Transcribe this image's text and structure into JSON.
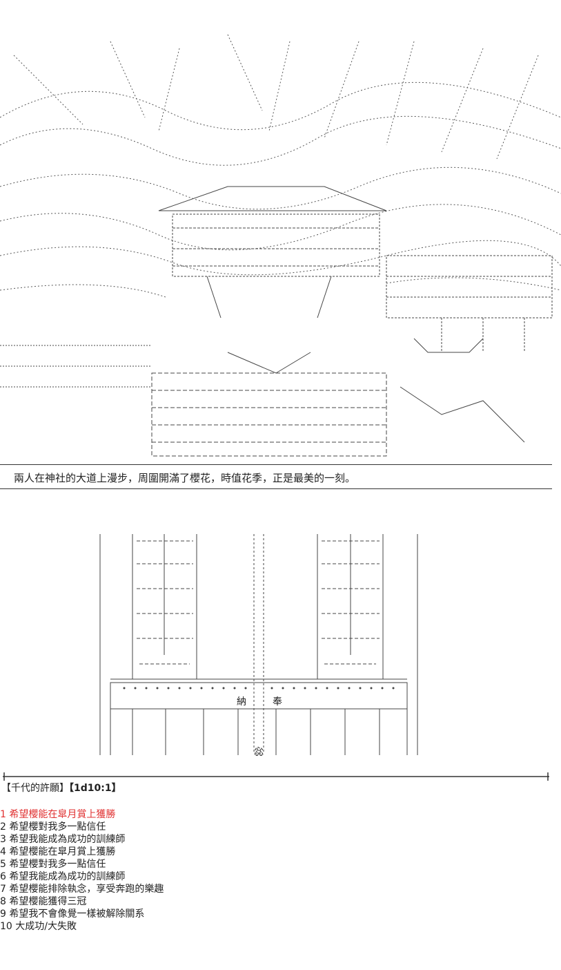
{
  "caption": "兩人在神社的大道上漫步，周圍開滿了櫻花，時值花季，正是最美的一刻。",
  "torii": {
    "plaque_left": "納",
    "plaque_right": "奉",
    "pillar_bottom": "惢"
  },
  "roll": {
    "title": "【千代的許願】",
    "result": "【1d10:1】"
  },
  "wishes": [
    {
      "num": "1",
      "text": "希望櫻能在皐月賞上獲勝"
    },
    {
      "num": "2",
      "text": "希望櫻對我多一點信任"
    },
    {
      "num": "3",
      "text": "希望我能成為成功的訓練師"
    },
    {
      "num": "4",
      "text": "希望櫻能在皐月賞上獲勝"
    },
    {
      "num": "5",
      "text": "希望櫻對我多一點信任"
    },
    {
      "num": "6",
      "text": "希望我能成為成功的訓練師"
    },
    {
      "num": "7",
      "text": "希望櫻能排除執念，享受奔跑的樂趣"
    },
    {
      "num": "8",
      "text": "希望櫻能獲得三冠"
    },
    {
      "num": "9",
      "text": "希望我不會像覺一樣被解除關系"
    },
    {
      "num": "10",
      "text": "大成功/大失敗"
    }
  ],
  "colors": {
    "highlight": "#e03030",
    "text": "#222222",
    "line": "#333333"
  }
}
